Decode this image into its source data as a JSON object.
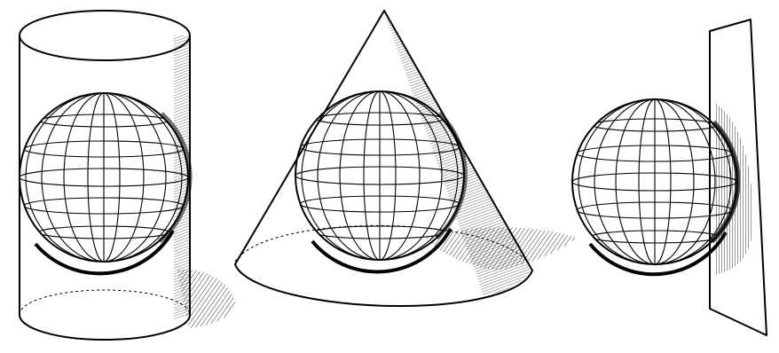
{
  "figure": {
    "background": "#ffffff",
    "ink_color": "#000000",
    "panels": [
      {
        "surface": "cylinder",
        "object": "globe-sphere"
      },
      {
        "surface": "cone",
        "object": "globe-sphere"
      },
      {
        "surface": "plane",
        "object": "globe-sphere"
      }
    ]
  }
}
